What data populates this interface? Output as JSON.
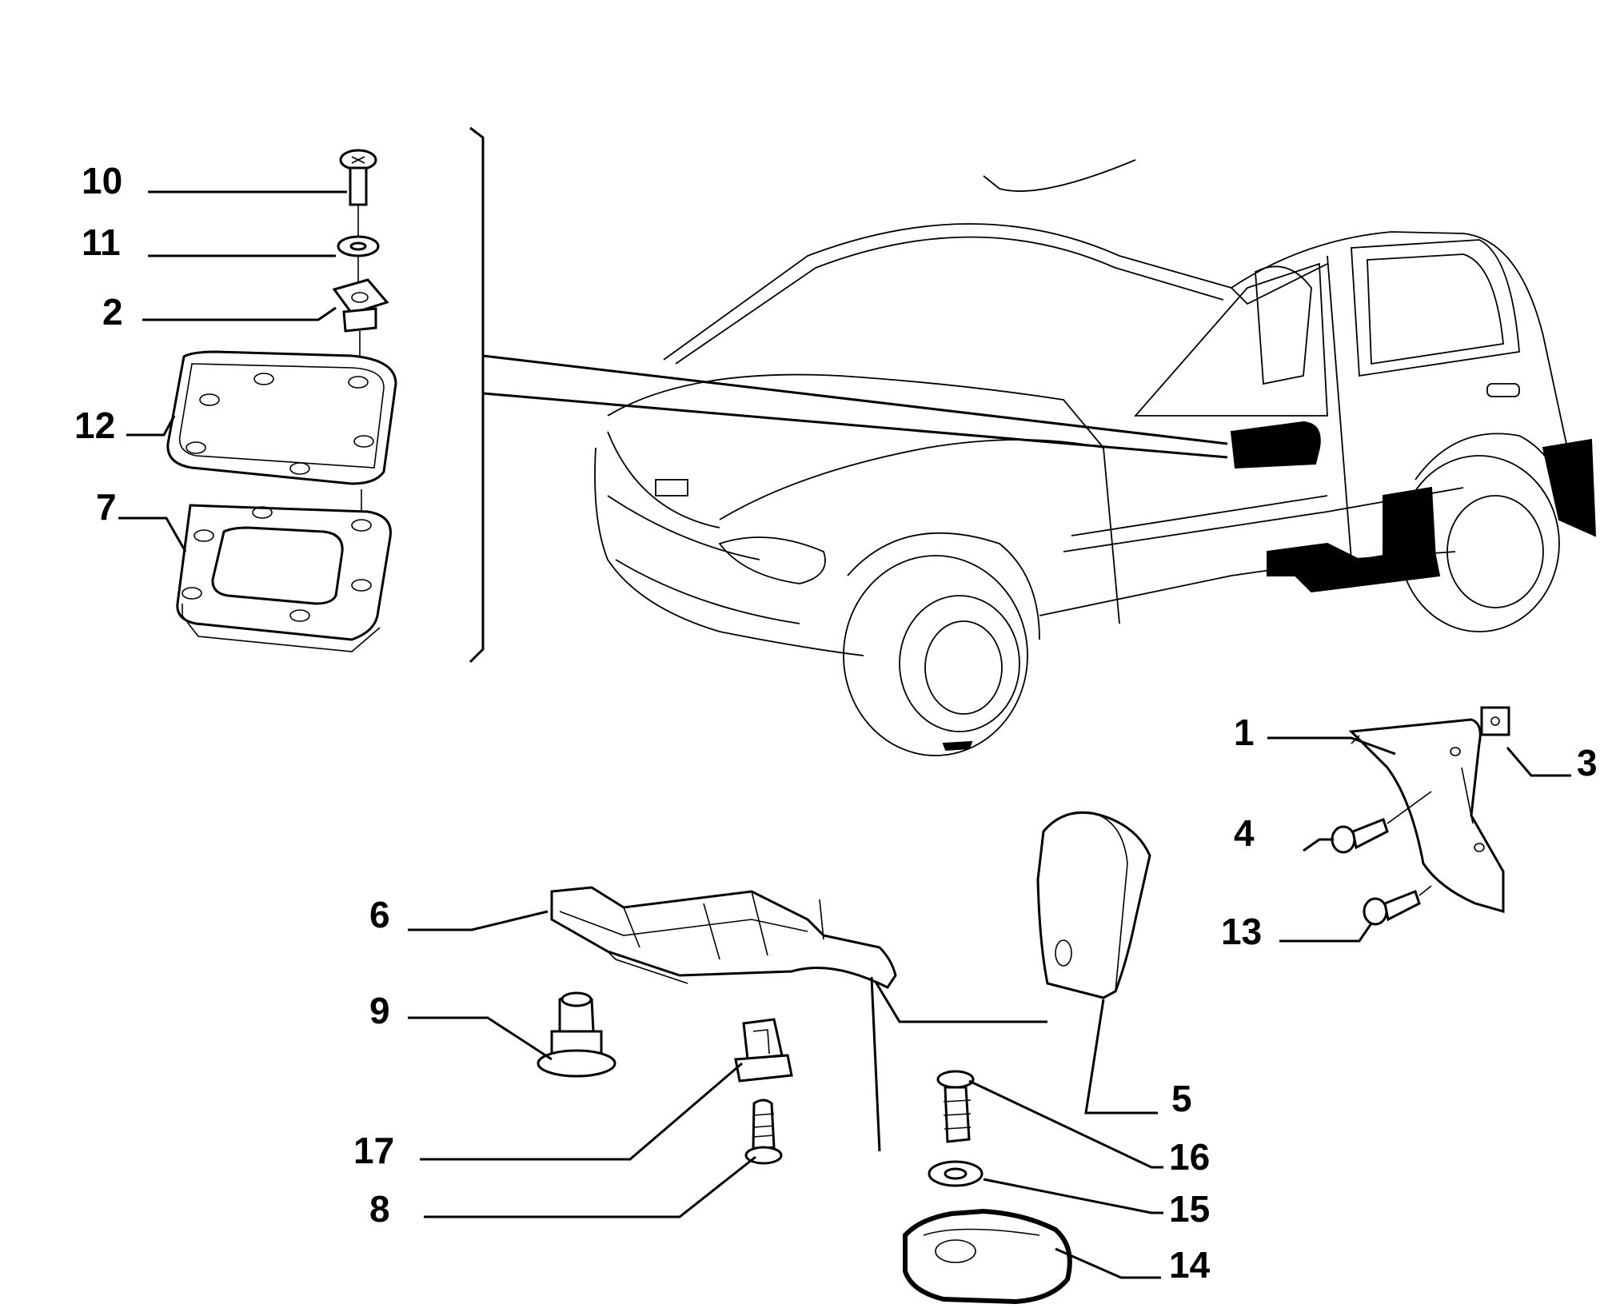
{
  "callouts": [
    "10",
    "11",
    "2",
    "12",
    "7",
    "1",
    "3",
    "4",
    "13",
    "6",
    "9",
    "17",
    "8",
    "5",
    "16",
    "15",
    "14"
  ]
}
